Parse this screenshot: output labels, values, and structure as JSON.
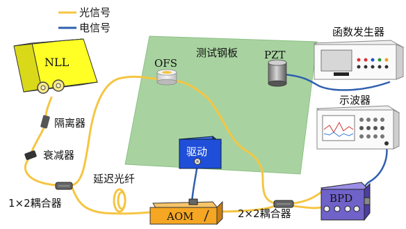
{
  "legend": {
    "optical": "光信号",
    "electrical": "电信号"
  },
  "components": {
    "nll": "NLL",
    "isolator": "隔离器",
    "attenuator": "衰减器",
    "coupler_1x2": "1×2耦合器",
    "delay_fiber": "延迟光纤",
    "aom": "AOM",
    "driver": "驱动",
    "coupler_2x2": "2×2耦合器",
    "bpd": "BPD",
    "test_plate": "测试钢板",
    "ofs": "OFS",
    "pzt": "PZT",
    "function_generator": "函数发生器",
    "oscilloscope": "示波器"
  },
  "colors": {
    "optical_fiber": "#f5c542",
    "electrical_wire": "#2f5fb0",
    "plate_fill": "#a8d3a0",
    "nll_box": "#ffff26",
    "aom_box": "#f5a623",
    "driver_box": "#1f4fd8",
    "bpd_box": "#6f62c9"
  }
}
